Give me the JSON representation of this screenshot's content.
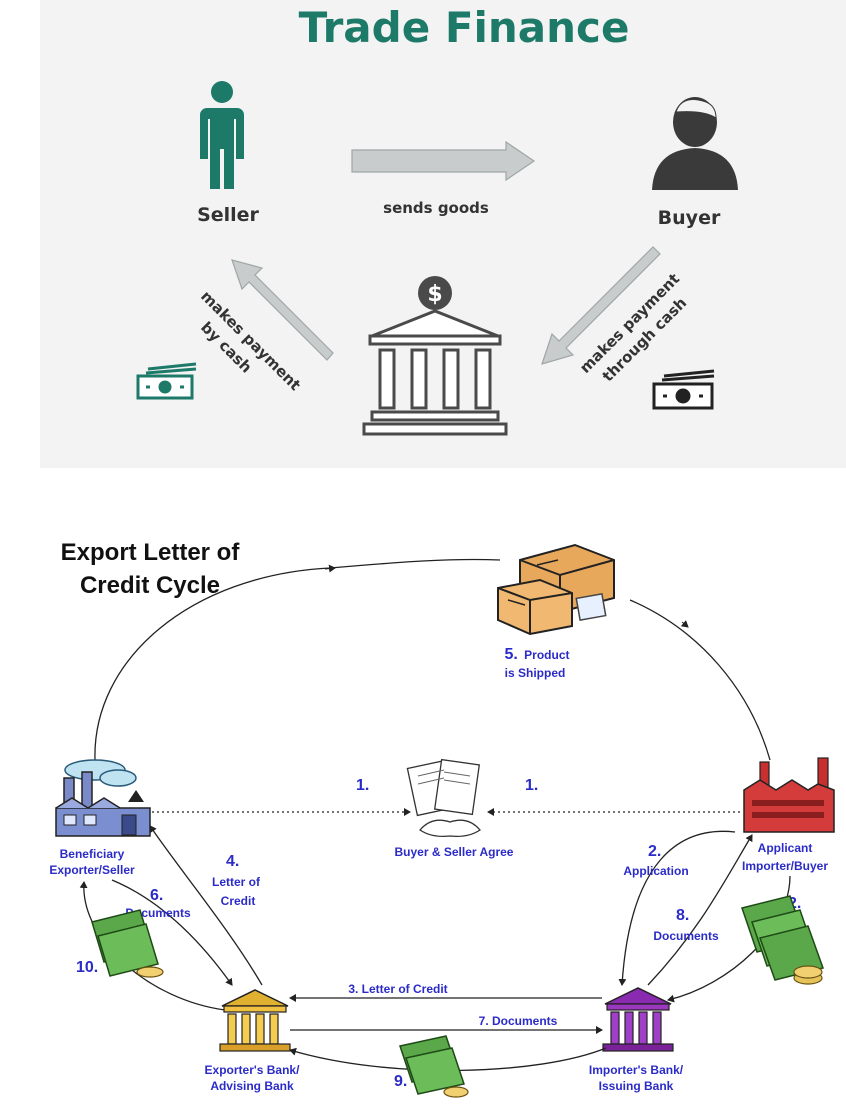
{
  "trade_finance": {
    "title": "Trade Finance",
    "seller_label": "Seller",
    "buyer_label": "Buyer",
    "sends_goods": "sends goods",
    "pay_cash_line1": "makes payment",
    "pay_cash_line2": "by cash",
    "pay_through_line1": "makes payment",
    "pay_through_line2": "through cash",
    "colors": {
      "accent": "#1e7a68",
      "dark": "#333333",
      "arrow": "#c8cccc"
    }
  },
  "lc_cycle": {
    "title_line1": "Export Letter of",
    "title_line2": "Credit Cycle",
    "step1_left": "1.",
    "step1_right": "1.",
    "agree_label": "Buyer & Seller Agree",
    "step2_num": "2.",
    "step2_label": "Application",
    "step2_money": "2.",
    "step3": "3. Letter of Credit",
    "step4_num": "4.",
    "step4_line1": "Letter of",
    "step4_line2": "Credit",
    "step5_num": "5.",
    "step5_line1": "Product",
    "step5_line2": "is Shipped",
    "step6_num": "6.",
    "step6_label": "Documents",
    "step7": "7. Documents",
    "step8_num": "8.",
    "step8_label": "Documents",
    "step9": "9.",
    "step10": "10.",
    "beneficiary_line1": "Beneficiary",
    "beneficiary_line2": "Exporter/Seller",
    "applicant_line1": "Applicant",
    "applicant_line2": "Importer/Buyer",
    "exporter_bank_line1": "Exporter's Bank/",
    "exporter_bank_line2": "Advising Bank",
    "importer_bank_line1": "Importer's Bank/",
    "importer_bank_line2": "Issuing Bank",
    "colors": {
      "label_blue": "#2b2bc8"
    }
  }
}
